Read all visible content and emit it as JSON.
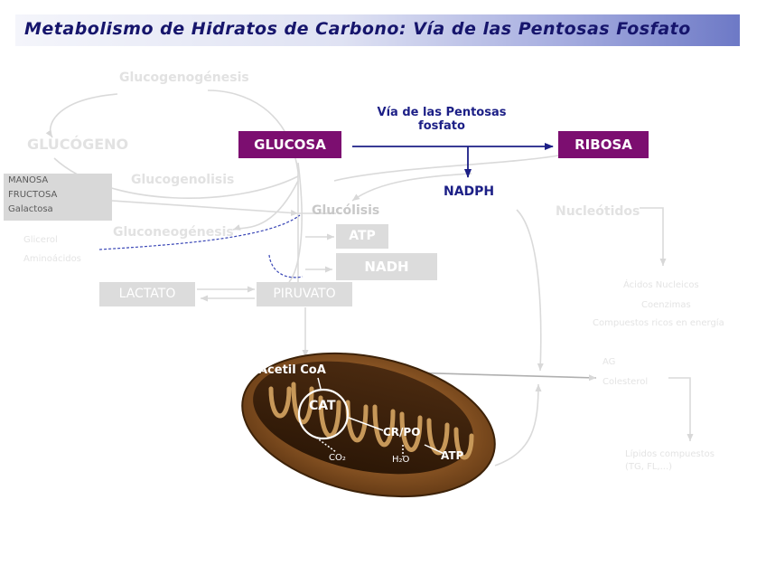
{
  "title": "Metabolismo de Hidratos de Carbono: Vía de las Pentosas Fosfato",
  "nodes": {
    "glucogenogenesis": "Glucogenogénesis",
    "glucogeno": "GLUCÓGENO",
    "glucosa": "GLUCOSA",
    "ribosa": "RIBOSA",
    "via_label_line1": "Vía de las Pentosas",
    "via_label_line2": "fosfato",
    "nadph": "NADPH",
    "glucogenolisis": "Glucogenolisis",
    "manosa": "MANOSA",
    "fructosa": "FRUCTOSA",
    "galactosa": "Galactosa",
    "glucolisis": "Glucólisis",
    "gluconeogenesis": "Gluconeogénesis",
    "glicerol": "Glicerol",
    "aminoacidos": "Aminoácidos",
    "atp": "ATP",
    "nadh": "NADH",
    "lactato": "LACTATO",
    "piruvato": "PIRUVATO",
    "nucleotidos": "Nucleótidos",
    "acidos_nucleicos": "Ácidos Nucleicos",
    "coenzimas": "Coenzimas",
    "compuestos_ricos": "Compuestos ricos en energía",
    "ag": "AG",
    "colesterol": "Colesterol",
    "lipidos_line1": "Lípidos compuestos",
    "lipidos_line2": "(TG, FL,...)"
  },
  "mitochondria": {
    "acetil_coa": "Acetil CoA",
    "cat": "CAT",
    "cr_po": "CR/PO",
    "co2": "CO₂",
    "h2o": "H₂O",
    "atp": "ATP"
  },
  "colors": {
    "title_text": "#16156c",
    "highlight_box": "#7c0e70",
    "pathway_arrow": "#1c1f86",
    "faded": "#e2e2e2"
  }
}
